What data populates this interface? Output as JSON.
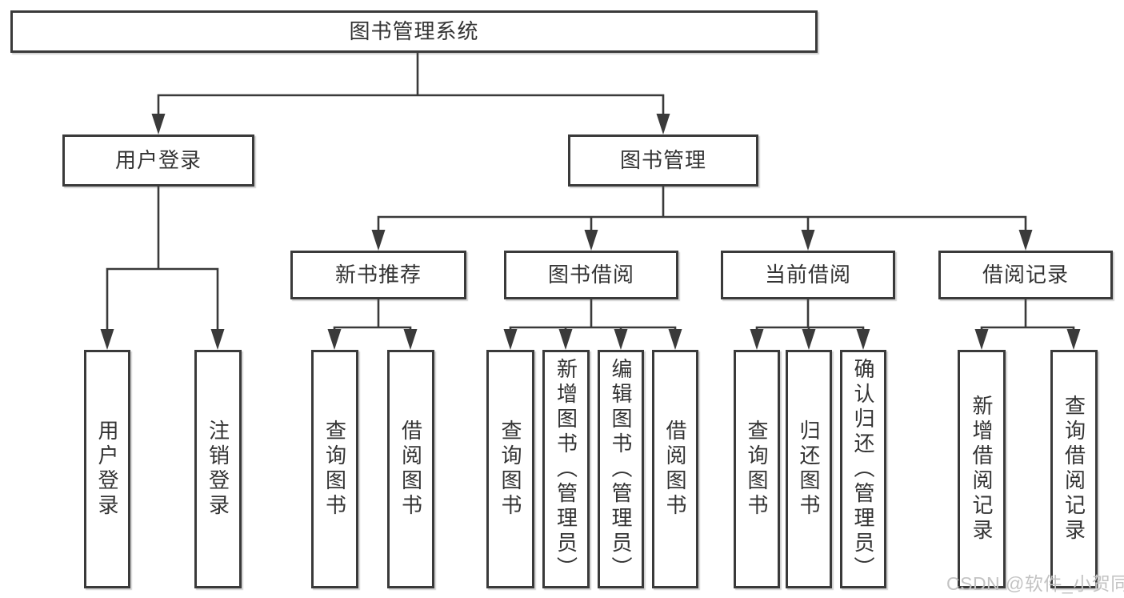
{
  "colors": {
    "bg": "#ffffff",
    "line": "#3a3a3a",
    "text": "#333333",
    "watermark": "#c3c3c3"
  },
  "diagram": {
    "root": "图书管理系统",
    "branches": [
      {
        "label": "用户登录",
        "children": [
          "用户登录",
          "注销登录"
        ]
      },
      {
        "label": "图书管理",
        "groups": [
          {
            "label": "新书推荐",
            "children": [
              "查询图书",
              "借阅图书"
            ]
          },
          {
            "label": "图书借阅",
            "children": [
              "查询图书",
              "新增图书（管理员）",
              "编辑图书（管理员）",
              "借阅图书"
            ]
          },
          {
            "label": "当前借阅",
            "children": [
              "查询图书",
              "归还图书",
              "确认归还（管理员）"
            ]
          },
          {
            "label": "借阅记录",
            "children": [
              "新增借阅记录",
              "查询借阅记录"
            ]
          }
        ]
      }
    ]
  },
  "watermark": "CSDN @软件_小贺同学"
}
